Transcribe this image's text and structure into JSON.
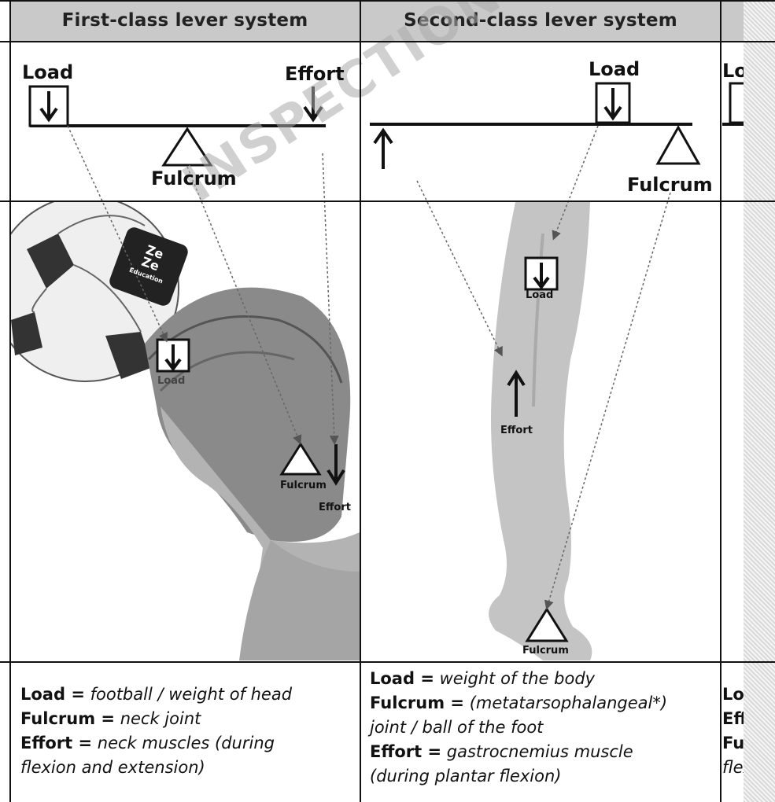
{
  "headers": {
    "first": "First-class lever system",
    "second": "Second-class lever system",
    "third": ""
  },
  "diagram1": {
    "load": "Load",
    "effort": "Effort",
    "fulcrum": "Fulcrum"
  },
  "diagram2": {
    "load": "Load",
    "fulcrum": "Fulcrum"
  },
  "diagram3": {
    "load": "Load"
  },
  "photo1": {
    "load": "Load",
    "fulcrum": "Fulcrum",
    "effort": "Effort",
    "badge_line1": "Ze",
    "badge_line2": "Ze",
    "badge_line3": "Education"
  },
  "photo2": {
    "load": "Load",
    "effort": "Effort",
    "fulcrum": "Fulcrum"
  },
  "watermark": "INSPECTION COPY",
  "desc1": {
    "load_k": "Load =",
    "load_v": "football / weight of head",
    "fulcrum_k": "Fulcrum =",
    "fulcrum_v": "neck joint",
    "effort_k": "Effort =",
    "effort_v": "neck muscles (during",
    "effort_v2": "flexion and extension)"
  },
  "desc2": {
    "load_k": "Load =",
    "load_v": "weight of the body",
    "fulcrum_k": "Fulcrum =",
    "fulcrum_v": "(metatarsophalangeal*)",
    "fulcrum_v2": "joint / ball of the foot",
    "effort_k": "Effort =",
    "effort_v": "gastrocnemius muscle",
    "effort_v2": "(during plantar flexion)"
  },
  "desc3": {
    "l1": "Load",
    "l2": "Effo",
    "l3": "Fulc",
    "l4": "flexi"
  },
  "colors": {
    "header_bg": "#c9c9c9",
    "grid": "#111111",
    "photo_gray": "#bdbdbd"
  }
}
